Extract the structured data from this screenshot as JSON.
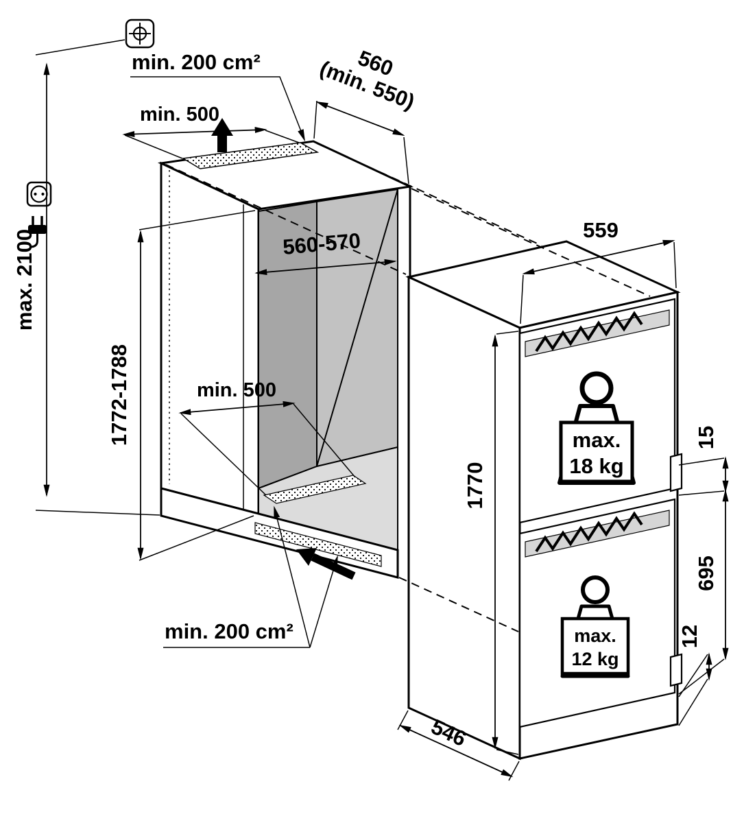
{
  "niche": {
    "top_vent_area": "min. 200 cm²",
    "top_vent_width": "min. 500",
    "depth_line1": "560",
    "depth_line2": "(min. 550)",
    "ceiling_height": "max. 2100",
    "inner_width": "560-570",
    "inner_height": "1772-1788",
    "floor_vent_width": "min. 500",
    "bottom_vent_area": "min. 200 cm²"
  },
  "appliance": {
    "width": "559",
    "height": "1770",
    "depth": "546",
    "upper_door_max_load_line1": "max.",
    "upper_door_max_load_line2": "18 kg",
    "lower_door_max_load_line1": "max.",
    "lower_door_max_load_line2": "12 kg",
    "top_offset": "15",
    "lower_door_height": "695",
    "bottom_offset": "12"
  },
  "icons": {
    "registration_mark": "crosshair-square",
    "power_outlet": "socket",
    "power_plug": "plug",
    "airflow_up": "up-arrow",
    "airflow_inlet": "diagonal-arrow",
    "upper_door_weight": "weight",
    "lower_door_weight": "weight"
  },
  "colors": {
    "line": "#000000",
    "interior_side_wall": "#a6a6a6",
    "interior_back_wall": "#c2c2c2",
    "interior_floor": "#dcdcdc",
    "bracket_strip": "#d6d6d6",
    "background": "#ffffff"
  }
}
